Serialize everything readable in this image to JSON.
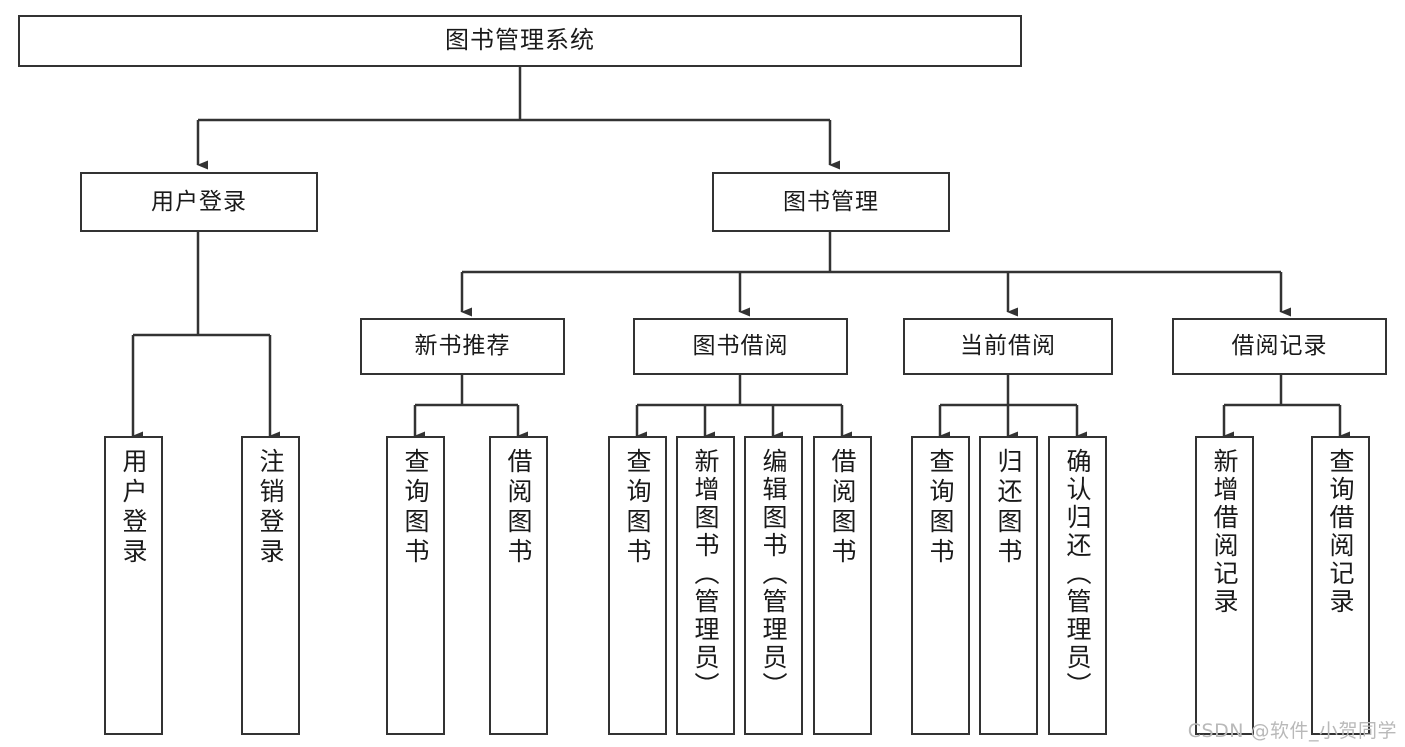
{
  "diagram": {
    "title": "图书管理系统",
    "watermark": "CSDN @软件_小贺同学",
    "line_color": "#333333",
    "box_fill": "#ffffff",
    "text_color": "#1a1a1a",
    "levels": {
      "root": {
        "label": "图书管理系统"
      },
      "level1": [
        {
          "label": "用户登录"
        },
        {
          "label": "图书管理"
        }
      ],
      "level2": [
        {
          "label": "新书推荐"
        },
        {
          "label": "图书借阅"
        },
        {
          "label": "当前借阅"
        },
        {
          "label": "借阅记录"
        }
      ],
      "leaves": {
        "user_login": [
          {
            "label": "用户登录"
          },
          {
            "label": "注销登录"
          }
        ],
        "new_book": [
          {
            "label": "查询图书"
          },
          {
            "label": "借阅图书"
          }
        ],
        "borrow_book": [
          {
            "label": "查询图书"
          },
          {
            "label": "新增图书（管理员）"
          },
          {
            "label": "编辑图书（管理员）"
          },
          {
            "label": "借阅图书"
          }
        ],
        "current_borrow": [
          {
            "label": "查询图书"
          },
          {
            "label": "归还图书"
          },
          {
            "label": "确认归还（管理员）"
          }
        ],
        "borrow_record": [
          {
            "label": "新增借阅记录"
          },
          {
            "label": "查询借阅记录"
          }
        ]
      }
    }
  }
}
